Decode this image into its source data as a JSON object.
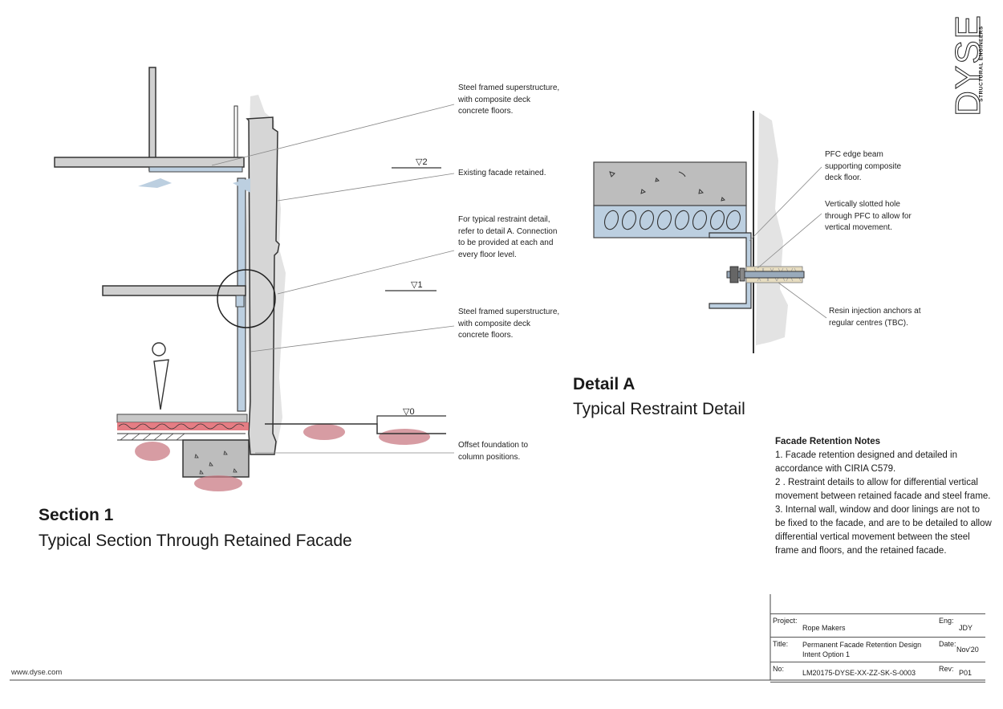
{
  "logo": {
    "brand": "DYSE",
    "tagline": "STRUCTURAL ENGINEERS"
  },
  "section1": {
    "title": "Section 1",
    "subtitle": "Typical Section Through Retained Facade",
    "annotations": [
      "Steel framed superstructure, with composite deck concrete floors.",
      "Existing facade retained.",
      "For typical restraint detail, refer to detail A. Connection to be provided at each and every floor level.",
      "Steel framed superstructure, with composite deck concrete floors.",
      "Offset foundation to column positions."
    ],
    "levels": [
      "▽2",
      "▽1",
      "▽0"
    ]
  },
  "detailA": {
    "title": "Detail A",
    "subtitle": "Typical Restraint Detail",
    "annotations": [
      "PFC edge beam supporting composite deck floor.",
      "Vertically slotted hole through PFC to allow for vertical movement.",
      "Resin injection anchors at regular centres (TBC)."
    ]
  },
  "notes": {
    "heading": "Facade Retention Notes",
    "items": [
      "1.  Facade retention designed and detailed in accordance with CIRIA C579.",
      "2 . Restraint details to allow for differential vertical movement between retained facade and steel frame.",
      "3. Internal wall, window and door linings are not to be fixed to the facade, and are to be detailed to allow differential vertical movement between the steel frame and floors, and the retained facade."
    ]
  },
  "title_block": {
    "project_label": "Project:",
    "project": "Rope Makers",
    "eng_label": "Eng:",
    "eng": "JDY",
    "title_label": "Title:",
    "title": "Permanent Facade Retention Design Intent Option 1",
    "date_label": "Date:",
    "date": "Nov'20",
    "no_label": "No:",
    "no": "LM20175-DYSE-XX-ZZ-SK-S-0003",
    "rev_label": "Rev:",
    "rev": "P01"
  },
  "website": "www.dyse.com",
  "colors": {
    "facade": "#d9d9d9",
    "steel_blue": "#bccfe0",
    "concrete": "#bdbdbd",
    "soil": "#c97b84",
    "dpc_red": "#e0666e"
  }
}
